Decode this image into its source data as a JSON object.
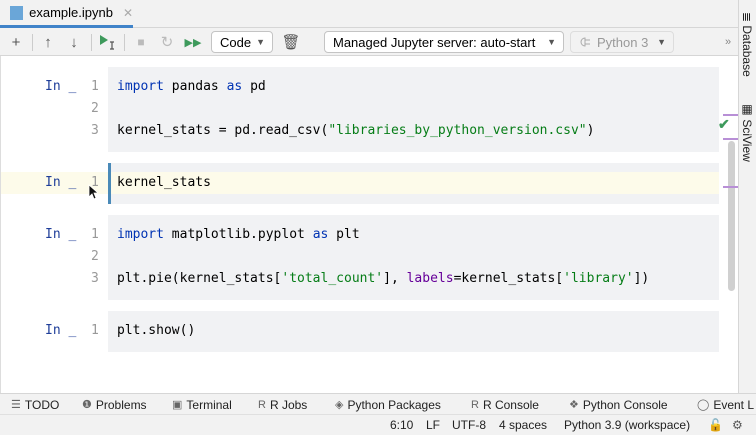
{
  "tab": {
    "title": "example.ipynb",
    "icon": "ipynb-file-icon"
  },
  "toolbar": {
    "cell_type": "Code",
    "server": "Managed Jupyter server: auto-start",
    "kernel": "Python 3",
    "more": "»"
  },
  "cells": [
    {
      "prompt": "In _",
      "lines": [
        {
          "n": "1"
        },
        {
          "n": "2"
        },
        {
          "n": "3"
        }
      ]
    },
    {
      "prompt": "In _",
      "lines": [
        {
          "n": "1"
        }
      ]
    },
    {
      "prompt": "In _",
      "lines": [
        {
          "n": "1"
        },
        {
          "n": "2"
        },
        {
          "n": "3"
        }
      ]
    },
    {
      "prompt": "In _",
      "lines": [
        {
          "n": "1"
        }
      ]
    }
  ],
  "code": {
    "c1l1": [
      "import",
      " pandas ",
      "as",
      " pd"
    ],
    "c1l3": [
      "kernel_stats = pd.read_csv(",
      "\"libraries_by_python_version.csv\"",
      ")"
    ],
    "c2l1": "kernel_stats",
    "c3l1": [
      "import",
      " matplotlib.pyplot ",
      "as",
      " plt"
    ],
    "c3l3": [
      "plt.pie(kernel_stats[",
      "'total_count'",
      "], ",
      "labels",
      "=kernel_stats[",
      "'library'",
      "])"
    ],
    "c4l1": "plt.show()"
  },
  "right_sidebar": [
    "Database",
    "SciView"
  ],
  "tool_windows": [
    "TODO",
    "Problems",
    "Terminal",
    "R Jobs",
    "Python Packages",
    "R Console",
    "Python Console",
    "Event L"
  ],
  "status": {
    "position": "6:10",
    "line_sep": "LF",
    "encoding": "UTF-8",
    "indent": "4 spaces",
    "interpreter": "Python 3.9 (workspace)"
  },
  "colors": {
    "keyword": "#0033b3",
    "string": "#067d17",
    "accent": "#4083c9",
    "run": "#3e9a5c"
  }
}
